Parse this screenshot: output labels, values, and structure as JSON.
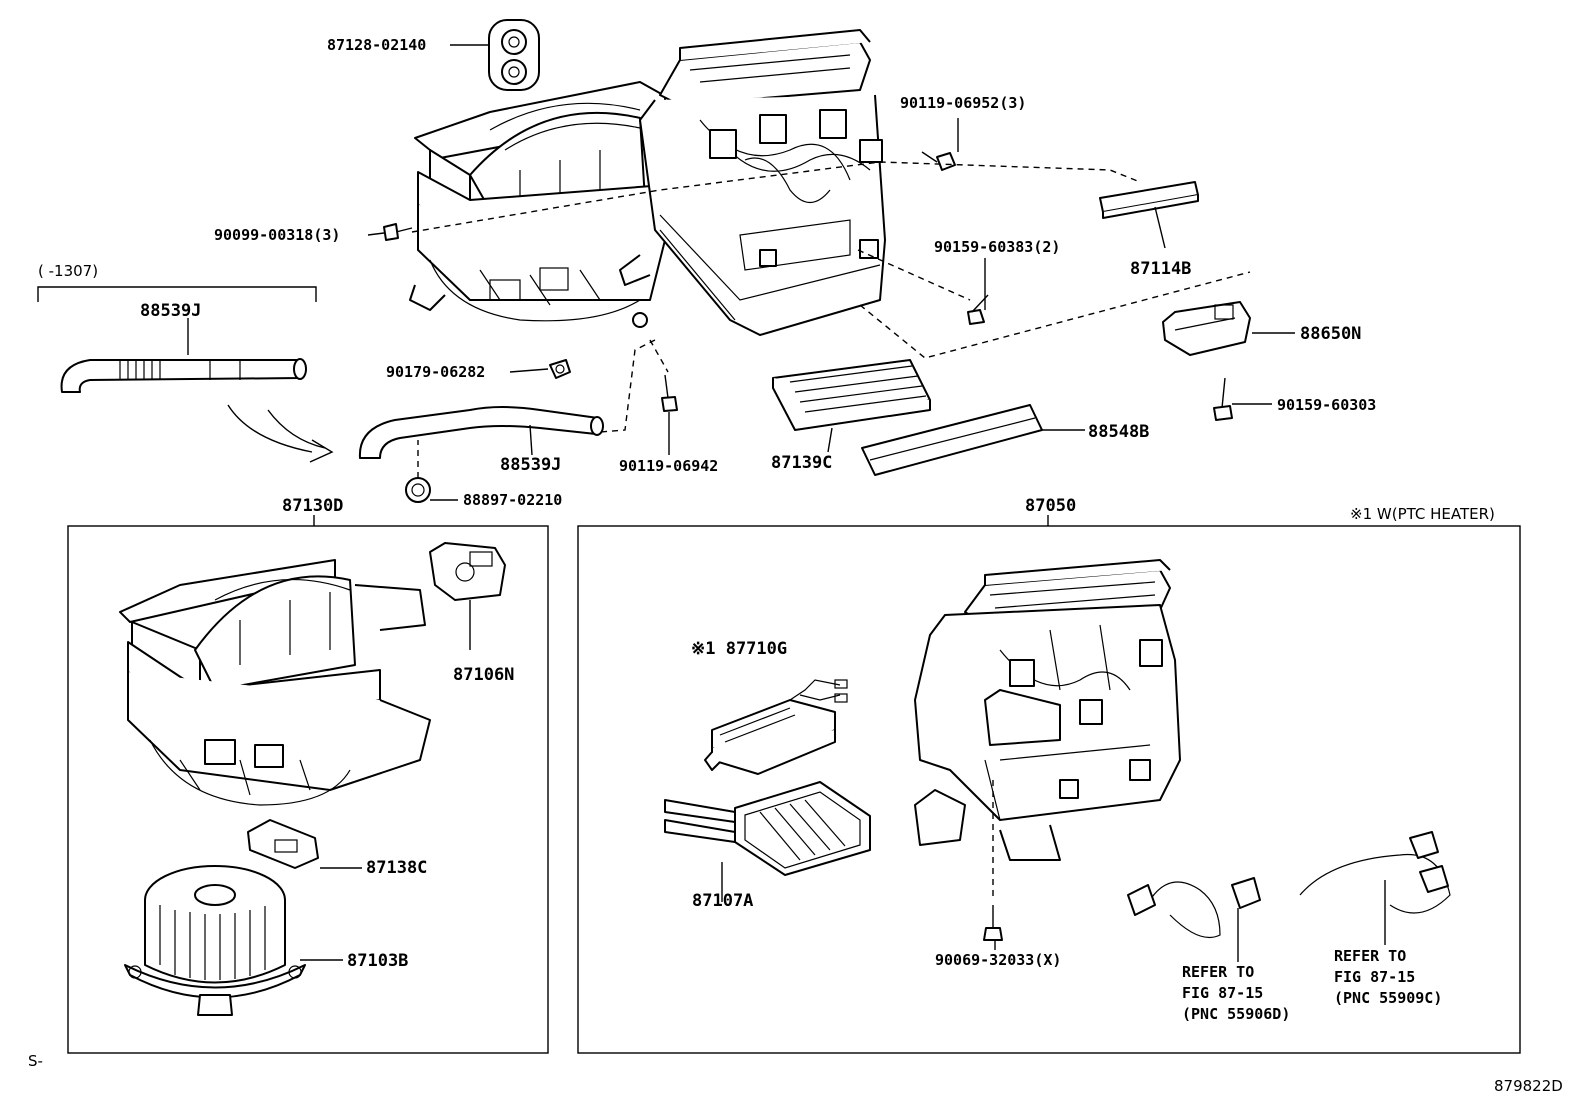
{
  "labels": {
    "grommet": "87128-02140",
    "screw_top_right": "90119-06952(3)",
    "screw_left": "90099-00318(3)",
    "screw_mid_right": "90159-60383(2)",
    "filter_cover": "87114B",
    "range_note": "(      -1307)",
    "hose_upper": "88539J",
    "actuator_right": "88650N",
    "clip_center": "90179-06282",
    "screw_lower_right": "90159-60303",
    "filter_element": "88548B",
    "clean_filter": "87139C",
    "screw_bolt": "90119-06942",
    "hose_lower": "88539J",
    "grommet_drain": "88897-02210",
    "blower_assy": "87130D",
    "heater_assy": "87050",
    "ptc_note": "※1 W(PTC HEATER)",
    "damper_servo": "87106N",
    "ptc_heater": "※1 87710G",
    "resistor": "87138C",
    "heater_core": "87107A",
    "blower_motor": "87103B",
    "screw_bottom": "90069-32033(X)",
    "refer1_line1": "REFER TO",
    "refer1_line2": "FIG 87-15",
    "refer1_line3": "(PNC 55906D)",
    "refer2_line1": "REFER TO",
    "refer2_line2": "FIG 87-15",
    "refer2_line3": "(PNC 55909C)",
    "footer_left": "S-",
    "figure_number": "879822D"
  }
}
